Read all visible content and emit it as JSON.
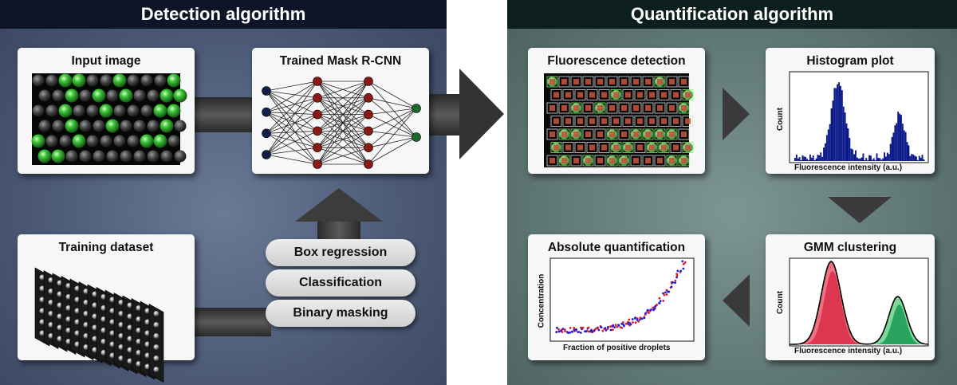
{
  "panels": {
    "left_title": "Detection algorithm",
    "right_title": "Quantification algorithm"
  },
  "cards": {
    "input_image": "Input image",
    "mask_rcnn": "Trained Mask R-CNN",
    "training_dataset": "Training dataset",
    "fluorescence_detection": "Fluorescence detection",
    "histogram_plot": "Histogram plot",
    "gmm_clustering": "GMM clustering",
    "absolute_quantification": "Absolute quantification"
  },
  "stages": [
    "Box regression",
    "Classification",
    "Binary masking"
  ],
  "axes": {
    "histogram_x": "Fluorescence intensity (a.u.)",
    "histogram_y": "Count",
    "gmm_x": "Fluorescence intensity (a.u.)",
    "gmm_y": "Count",
    "quant_x": "Fraction of positive droplets",
    "quant_y": "Concentration"
  },
  "colors": {
    "detection_panel": "#4a5874",
    "quantification_panel": "#5e7674",
    "droplet_green": "#3fc63a",
    "histogram_bar": "#0d1a8a",
    "gmm_red": "#d9304a",
    "gmm_green": "#1f9e5a",
    "scatter_red": "#e02020",
    "scatter_blue": "#1c1ce0",
    "nn_input": "#10204a",
    "nn_hidden": "#8a1a12",
    "nn_output": "#1d6b2a"
  }
}
